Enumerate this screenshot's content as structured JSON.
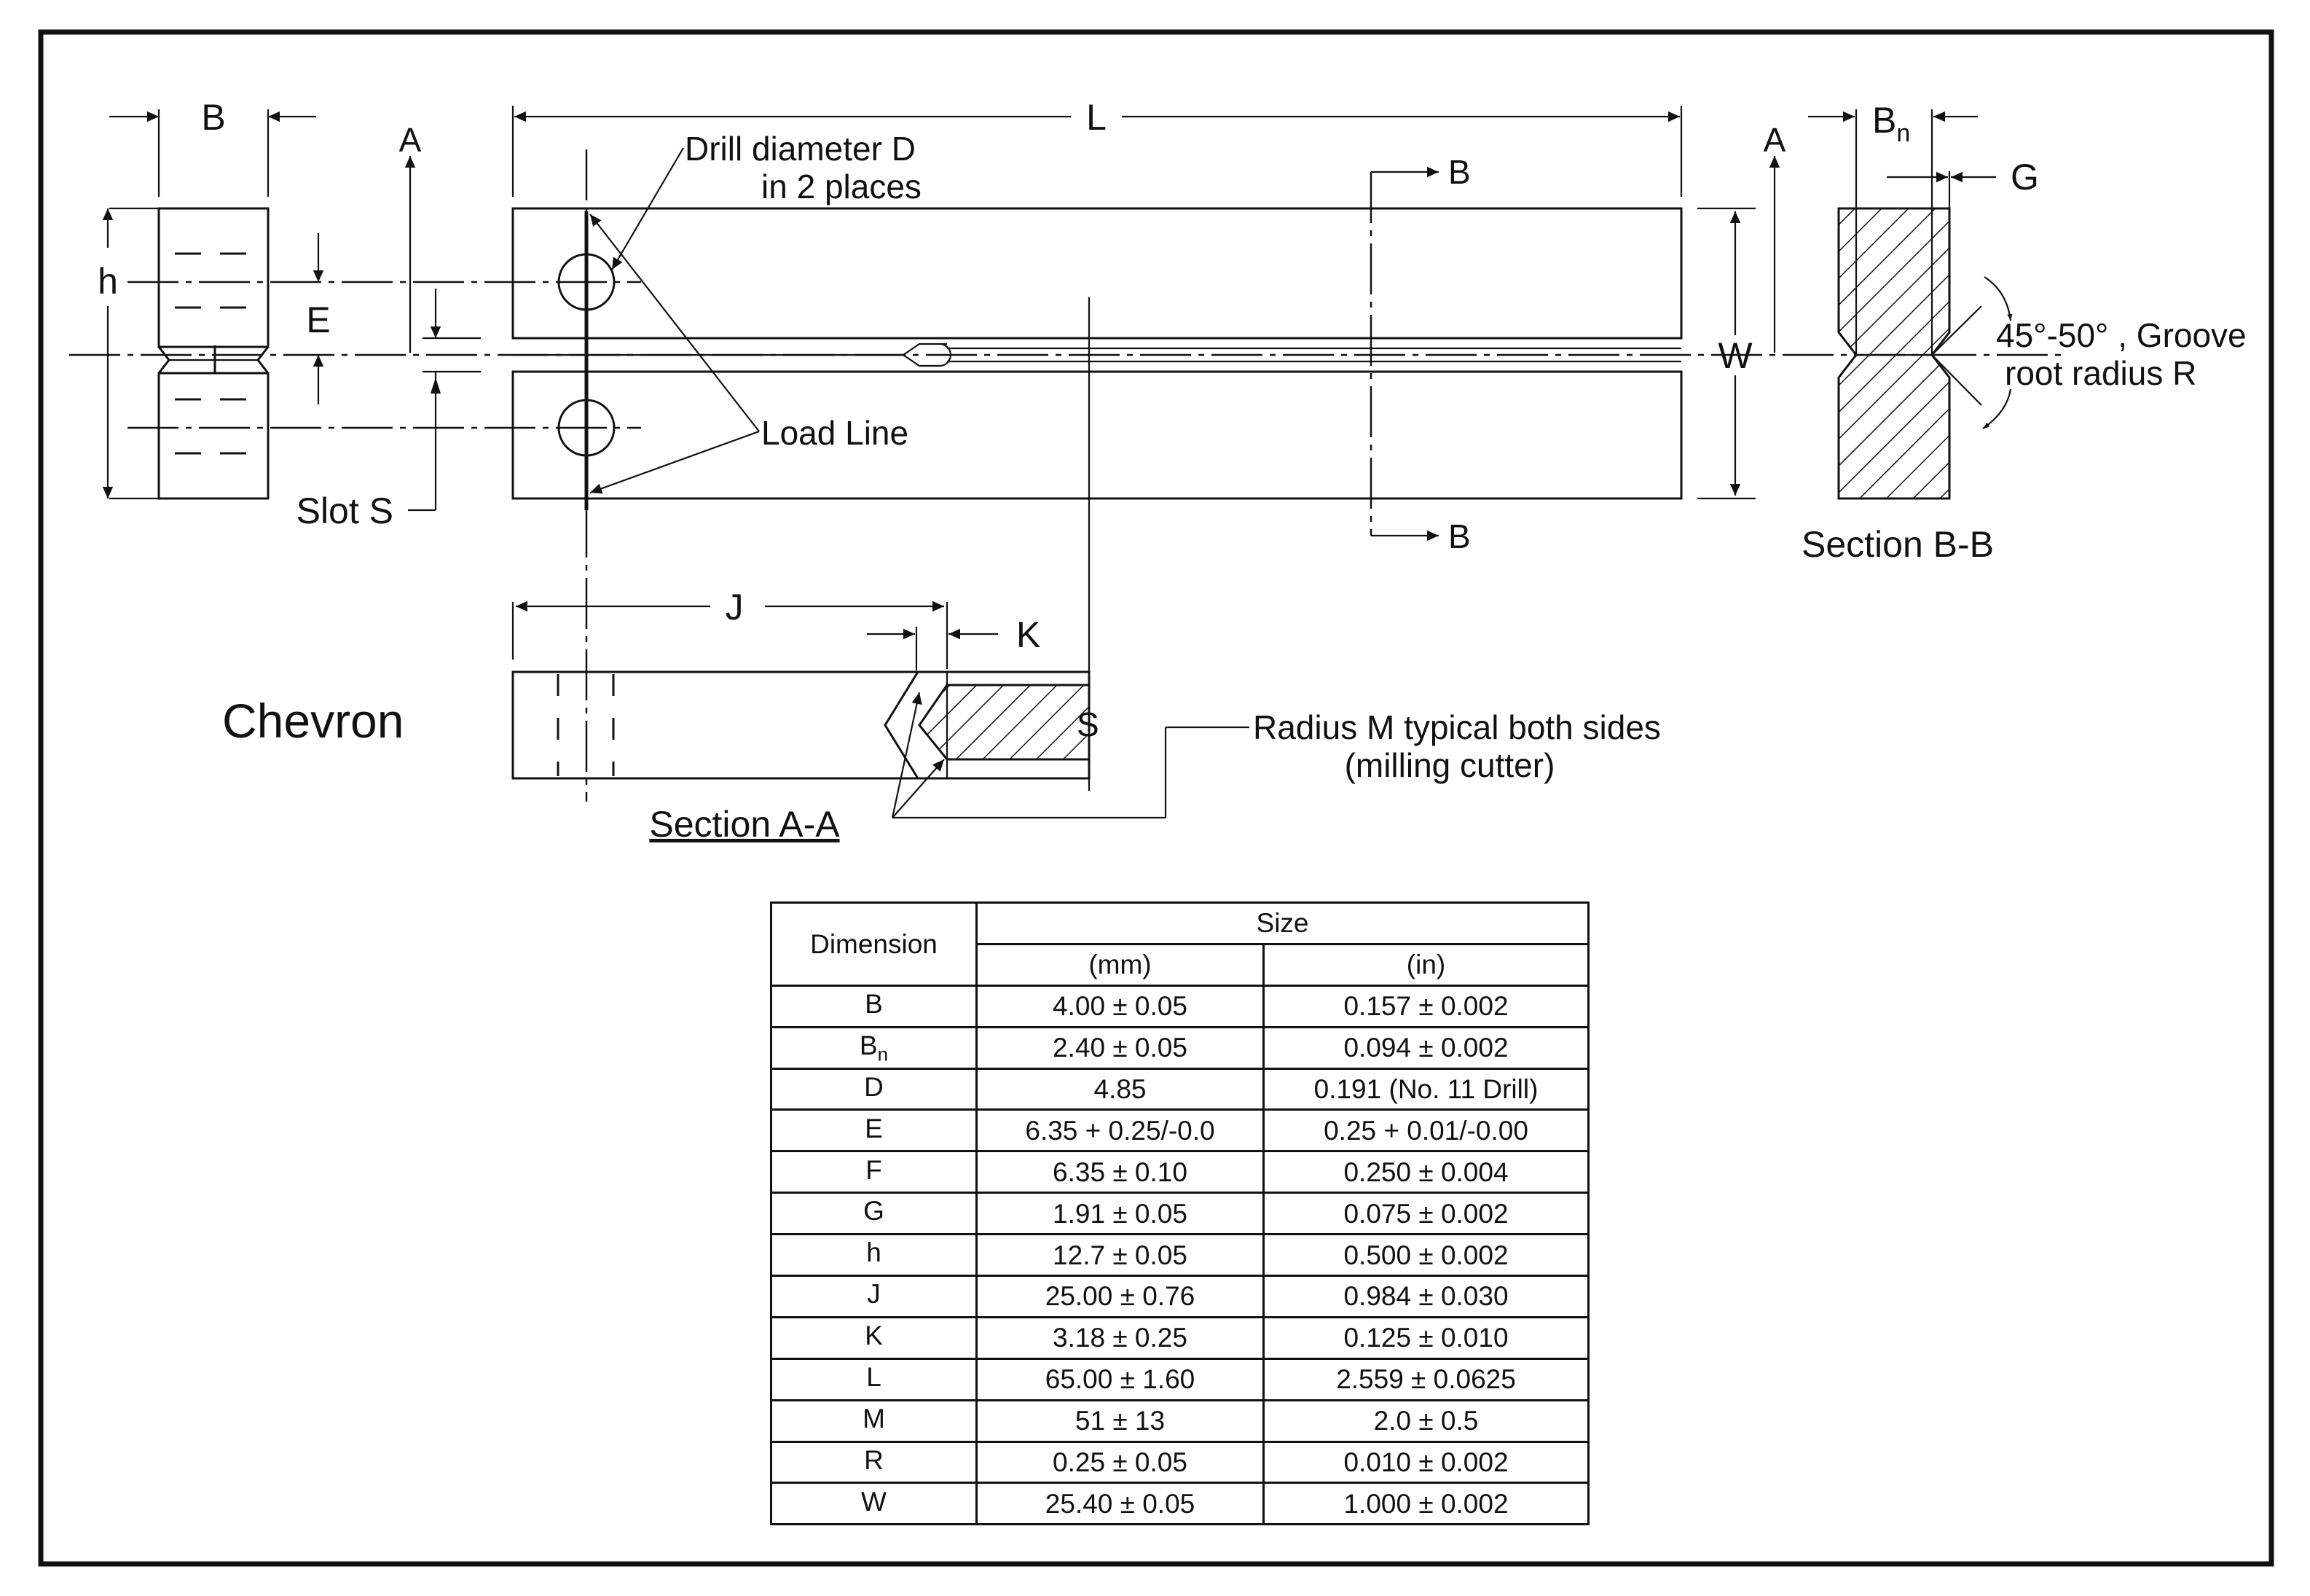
{
  "drawing": {
    "labels": {
      "B_end": "B",
      "L": "L",
      "A_left": "A",
      "A_right": "A",
      "drill": "Drill diameter D",
      "drill_places": "in 2 places",
      "B_sec_top": "B",
      "B_sec_bottom": "B",
      "h": "h",
      "E": "E",
      "W": "W",
      "load_line": "Load Line",
      "slot": "Slot S",
      "Bn_base": "B",
      "Bn_sub": "n",
      "G": "G",
      "angle": "45°-50° , Groove",
      "root": "root radius R",
      "section_bb": "Section B-B",
      "J": "J",
      "K": "K",
      "chevron": "Chevron",
      "S_mark": "S",
      "radius": "Radius M typical both sides",
      "milling": "(milling cutter)",
      "section_aa": "Section A-A"
    }
  },
  "table": {
    "header_dimension": "Dimension",
    "header_size": "Size",
    "unit_mm": "(mm)",
    "unit_in": "(in)",
    "rows": [
      {
        "dim": "B",
        "sub": "",
        "mm": "4.00 ± 0.05",
        "in": "0.157 ± 0.002"
      },
      {
        "dim": "B",
        "sub": "n",
        "mm": "2.40 ± 0.05",
        "in": "0.094 ± 0.002"
      },
      {
        "dim": "D",
        "sub": "",
        "mm": "4.85",
        "in": "0.191 (No. 11 Drill)"
      },
      {
        "dim": "E",
        "sub": "",
        "mm": "6.35 + 0.25/-0.0",
        "in": "0.25 + 0.01/-0.00"
      },
      {
        "dim": "F",
        "sub": "",
        "mm": "6.35 ± 0.10",
        "in": "0.250 ± 0.004"
      },
      {
        "dim": "G",
        "sub": "",
        "mm": "1.91 ± 0.05",
        "in": "0.075 ± 0.002"
      },
      {
        "dim": "h",
        "sub": "",
        "mm": "12.7 ± 0.05",
        "in": "0.500 ± 0.002"
      },
      {
        "dim": "J",
        "sub": "",
        "mm": "25.00 ± 0.76",
        "in": "0.984 ± 0.030"
      },
      {
        "dim": "K",
        "sub": "",
        "mm": "3.18 ± 0.25",
        "in": "0.125 ± 0.010"
      },
      {
        "dim": "L",
        "sub": "",
        "mm": "65.00 ± 1.60",
        "in": "2.559 ± 0.0625"
      },
      {
        "dim": "M",
        "sub": "",
        "mm": "51 ± 13",
        "in": "2.0 ± 0.5"
      },
      {
        "dim": "R",
        "sub": "",
        "mm": "0.25 ± 0.05",
        "in": "0.010 ± 0.002"
      },
      {
        "dim": "W",
        "sub": "",
        "mm": "25.40 ± 0.05",
        "in": "1.000 ± 0.002"
      }
    ]
  }
}
